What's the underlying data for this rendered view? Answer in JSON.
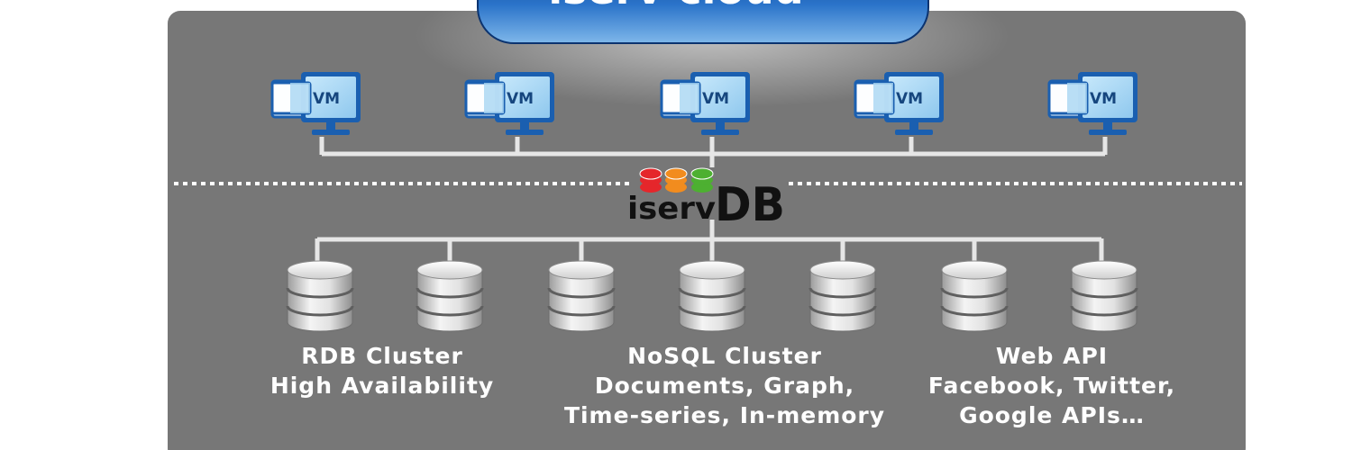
{
  "banner": {
    "text": "iserv cloud"
  },
  "vms": [
    {
      "label": "VM"
    },
    {
      "label": "VM"
    },
    {
      "label": "VM"
    },
    {
      "label": "VM"
    },
    {
      "label": "VM"
    }
  ],
  "logo": {
    "part1": "iserv",
    "part2": "DB",
    "dot_colors": [
      "#e5262b",
      "#f28c1e",
      "#4db031"
    ]
  },
  "databases": [
    {},
    {},
    {},
    {},
    {},
    {},
    {}
  ],
  "groups": [
    {
      "line1": "RDB Cluster",
      "line2": "High Availability",
      "line3": ""
    },
    {
      "line1": "NoSQL Cluster",
      "line2": "Documents, Graph,",
      "line3": "Time-series, In-memory"
    },
    {
      "line1": "Web API",
      "line2": "Facebook, Twitter,",
      "line3": "Google APIs…"
    }
  ],
  "colors": {
    "panel": "#777777",
    "line": "#e6e6e6",
    "vm_frame": "#1a5fb0",
    "vm_screen": "#a8d6f2",
    "banner_dark": "#103f86",
    "banner_light": "#2f7ad0"
  }
}
